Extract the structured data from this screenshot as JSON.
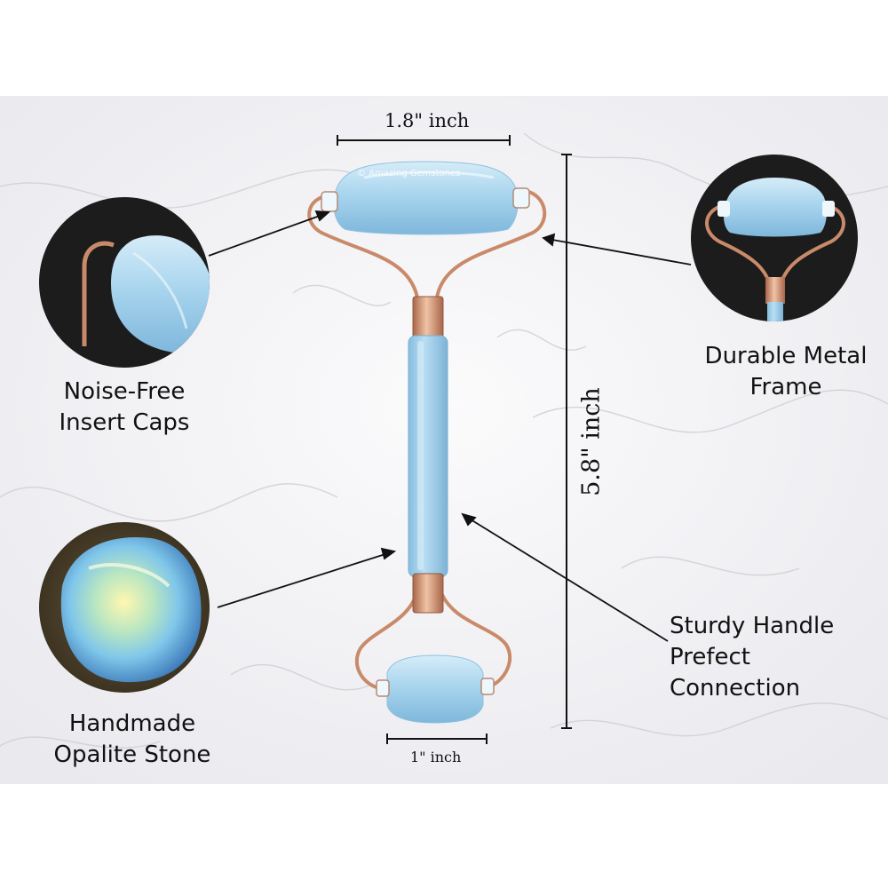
{
  "watermark": "© Amazing Gemstones",
  "dimensions": {
    "roller_width": "1.8\" inch",
    "small_roller_width": "1\" inch",
    "length": "5.8\" inch"
  },
  "callouts": {
    "caps": {
      "line1": "Noise-Free",
      "line2": "Insert Caps"
    },
    "frame": {
      "line1": "Durable Metal",
      "line2": "Frame"
    },
    "stone": {
      "line1": "Handmade",
      "line2": "Opalite Stone"
    },
    "handle": {
      "line1": "Sturdy Handle",
      "line2": "Prefect",
      "line3": "Connection"
    }
  },
  "colors": {
    "opalite": "#a9d5ee",
    "metal": "#c98a6a",
    "inset_bg": "#1c1c1c",
    "marble": "#f4f4f6"
  }
}
